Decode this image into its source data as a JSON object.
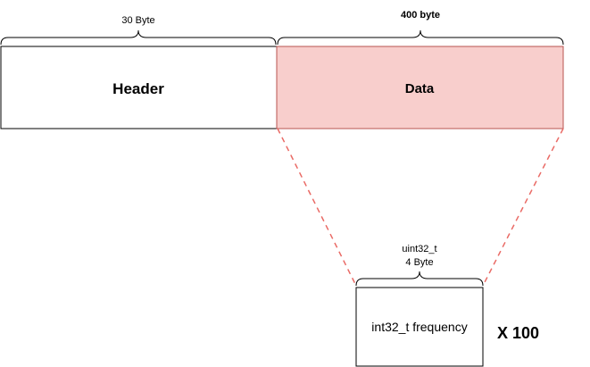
{
  "packet": {
    "header": {
      "label": "Header",
      "size_label": "30 Byte"
    },
    "data": {
      "label": "Data",
      "size_label": "400 byte",
      "fill_color": "#f8cecc",
      "stroke_color": "#b85450"
    }
  },
  "element": {
    "type_label": "uint32_t",
    "size_label": "4 Byte",
    "field_label": "int32_t frequency",
    "multiplier_label": "X 100"
  },
  "connector": {
    "color": "#ea6b66",
    "style": "dashed"
  }
}
